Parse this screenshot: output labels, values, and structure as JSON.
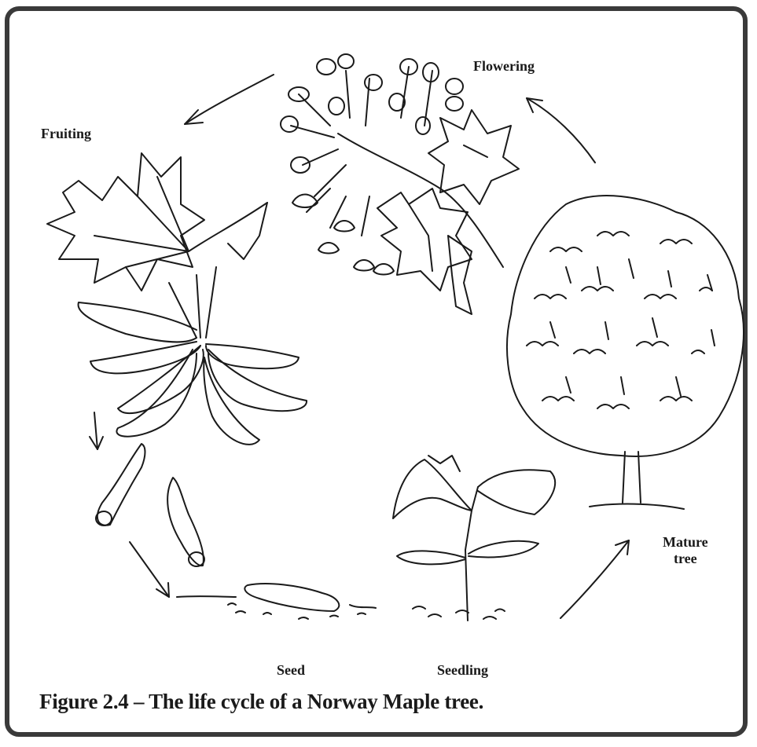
{
  "figure": {
    "caption": "Figure 2.4 – The life cycle of a Norway Maple tree.",
    "stages": {
      "flowering": "Flowering",
      "fruiting": "Fruiting",
      "mature_tree_line1": "Mature",
      "mature_tree_line2": "tree",
      "seed": "Seed",
      "seedling": "Seedling"
    }
  }
}
